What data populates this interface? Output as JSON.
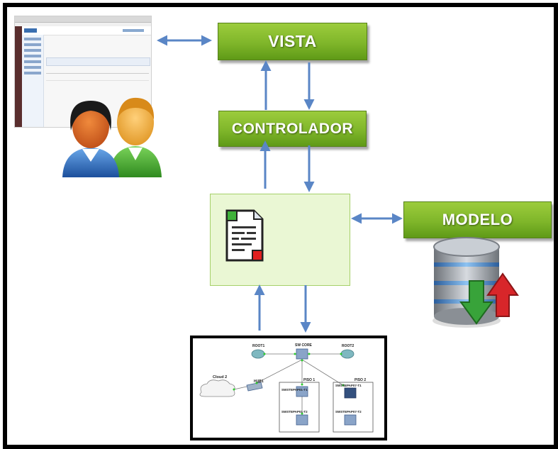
{
  "boxes": {
    "vista": "VISTA",
    "controlador": "CONTROLADOR",
    "modelo": "MODELO"
  },
  "network": {
    "root1": "ROOT1",
    "sw_core": "SW CORE",
    "root2": "ROOT2",
    "cloud": "Cloud 2",
    "hub": "HUB1",
    "piso1": "PISO 1",
    "piso2": "PISO 2",
    "sw1": "SWSTEPAP01-T1",
    "sw2": "SWSTEPAP01-T2",
    "sw3": "SWSTEPAP07-T1",
    "sw4": "SWSTEPAP07-T2"
  },
  "colors": {
    "green_box": "#7fb62a",
    "arrow": "#5a86c6",
    "center_box": "#eaf7d4"
  },
  "icons": [
    "users-icon",
    "document-icon",
    "database-icon",
    "network-switch-icon",
    "router-icon",
    "cloud-icon"
  ]
}
